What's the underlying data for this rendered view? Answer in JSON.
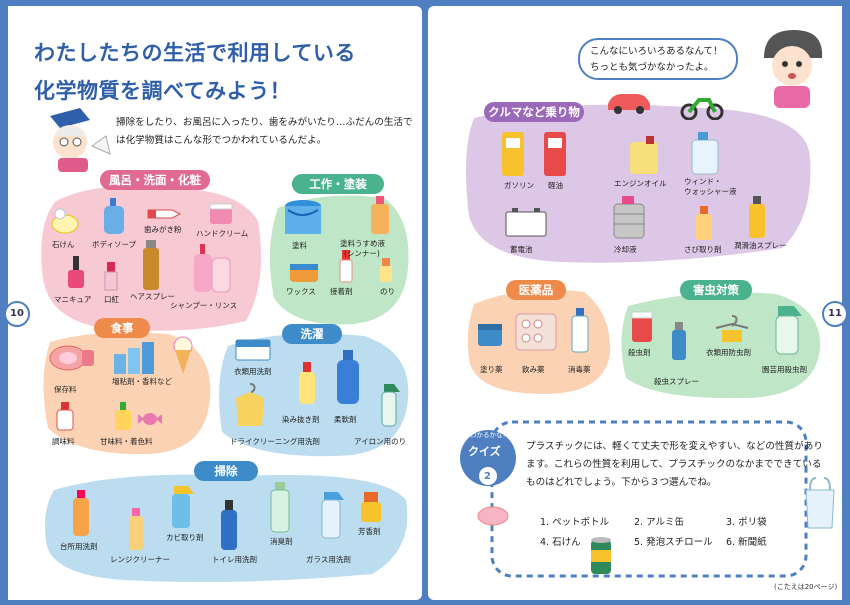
{
  "left_page": {
    "page_number": "10",
    "title_line1": "わたしたちの生活で利用している",
    "title_line2": "化学物質を調べてみよう！",
    "intro": "掃除をしたり、お風呂に入ったり、歯をみがいたり…ふだんの生活では化学物質はこんな形でつかわれているんだよ。",
    "sections": {
      "bath": {
        "title": "風呂・洗面・化粧",
        "items": [
          "石けん",
          "ボディソープ",
          "歯みがき粉",
          "ハンドクリーム",
          "マニキュア",
          "口紅",
          "ヘアスプレー",
          "シャンプー・リンス"
        ]
      },
      "craft": {
        "title": "工作・塗装",
        "items": [
          "塗料",
          "塗料うすめ液",
          "(シンナー)",
          "ワックス",
          "接着剤",
          "のり"
        ]
      },
      "food": {
        "title": "食事",
        "items": [
          "保存料",
          "増粘剤・香料など",
          "調味料",
          "甘味料・着色料"
        ]
      },
      "laundry": {
        "title": "洗濯",
        "items": [
          "衣類用洗剤",
          "染み抜き剤",
          "柔軟剤",
          "ドライクリーニング用洗剤",
          "アイロン用のり"
        ]
      },
      "cleaning": {
        "title": "掃除",
        "items": [
          "台所用洗剤",
          "レンジクリーナー",
          "カビ取り剤",
          "トイレ用洗剤",
          "消臭剤",
          "ガラス用洗剤",
          "芳香剤"
        ]
      }
    }
  },
  "right_page": {
    "page_number": "11",
    "speech": "こんなにいろいろあるなんて！ちっとも気づかなかったよ。",
    "sections": {
      "vehicles": {
        "title": "クルマなど乗り物",
        "items": [
          "ガソリン",
          "軽油",
          "エンジンオイル",
          "ウィンド・",
          "ウォッシャー液",
          "蓄電池",
          "冷却液",
          "さび取り剤",
          "潤滑油スプレー"
        ]
      },
      "medicine": {
        "title": "医薬品",
        "items": [
          "塗り薬",
          "飲み薬",
          "消毒薬"
        ]
      },
      "pests": {
        "title": "害虫対策",
        "items": [
          "殺虫剤",
          "衣類用防虫剤",
          "殺虫スプレー",
          "園芸用殺虫剤"
        ]
      }
    },
    "quiz": {
      "badge_top": "わかるかな？",
      "badge_main": "クイズ",
      "badge_num": "2",
      "question": "プラスチックには、軽くて丈夫で形を変えやすい、などの性質があります。これらの性質を利用して、プラスチックのなかまでできているものはどれでしょう。下から３つ選んでね。",
      "options": [
        "1. ペットボトル",
        "2. アルミ缶",
        "3. ポリ袋",
        "4. 石けん",
        "5. 発泡スチロール",
        "6. 新聞紙"
      ],
      "answer_note": "(こたえは20ページ)"
    }
  },
  "colors": {
    "frame": "#4f7fc1",
    "title": "#2f5fa8",
    "pink": "#f7c9d3",
    "green": "#bfe6c6",
    "orange": "#fbd3b4",
    "blue": "#bcdcef",
    "purple": "#ddc7e6",
    "tag_pink": "#e06b92",
    "tag_green": "#4bb28e",
    "tag_orange": "#ee8a4a",
    "tag_blue": "#3d8cc9",
    "tag_purple": "#9a6ab8"
  }
}
